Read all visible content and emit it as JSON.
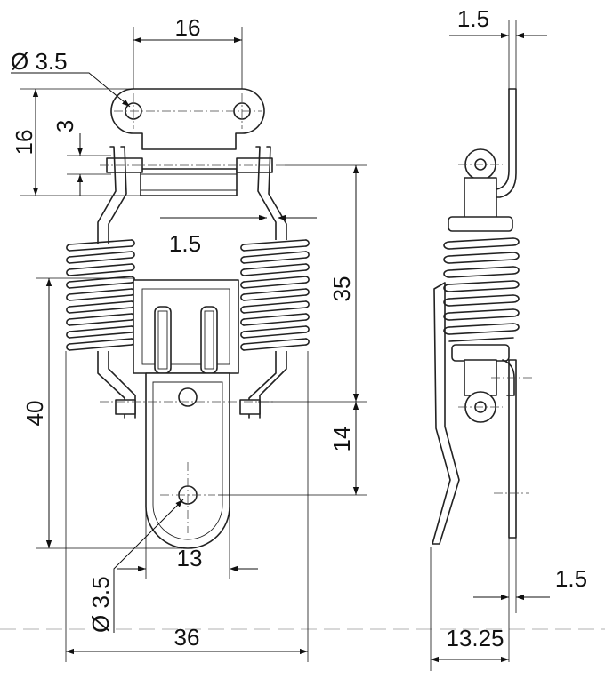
{
  "drawing": {
    "labels": {
      "top_width": "16",
      "hole_top": "Ø 3.5",
      "plate_height": "16",
      "hole_offset": "3",
      "wire_dia": "1.5",
      "stroke_height": "35",
      "body_height": "40",
      "hook_length": "14",
      "hook_width": "13",
      "hole_bottom": "Ø 3.5",
      "overall_width": "36",
      "side_thickness_top": "1.5",
      "side_thickness_bottom": "1.5",
      "side_depth": "13.25"
    }
  }
}
